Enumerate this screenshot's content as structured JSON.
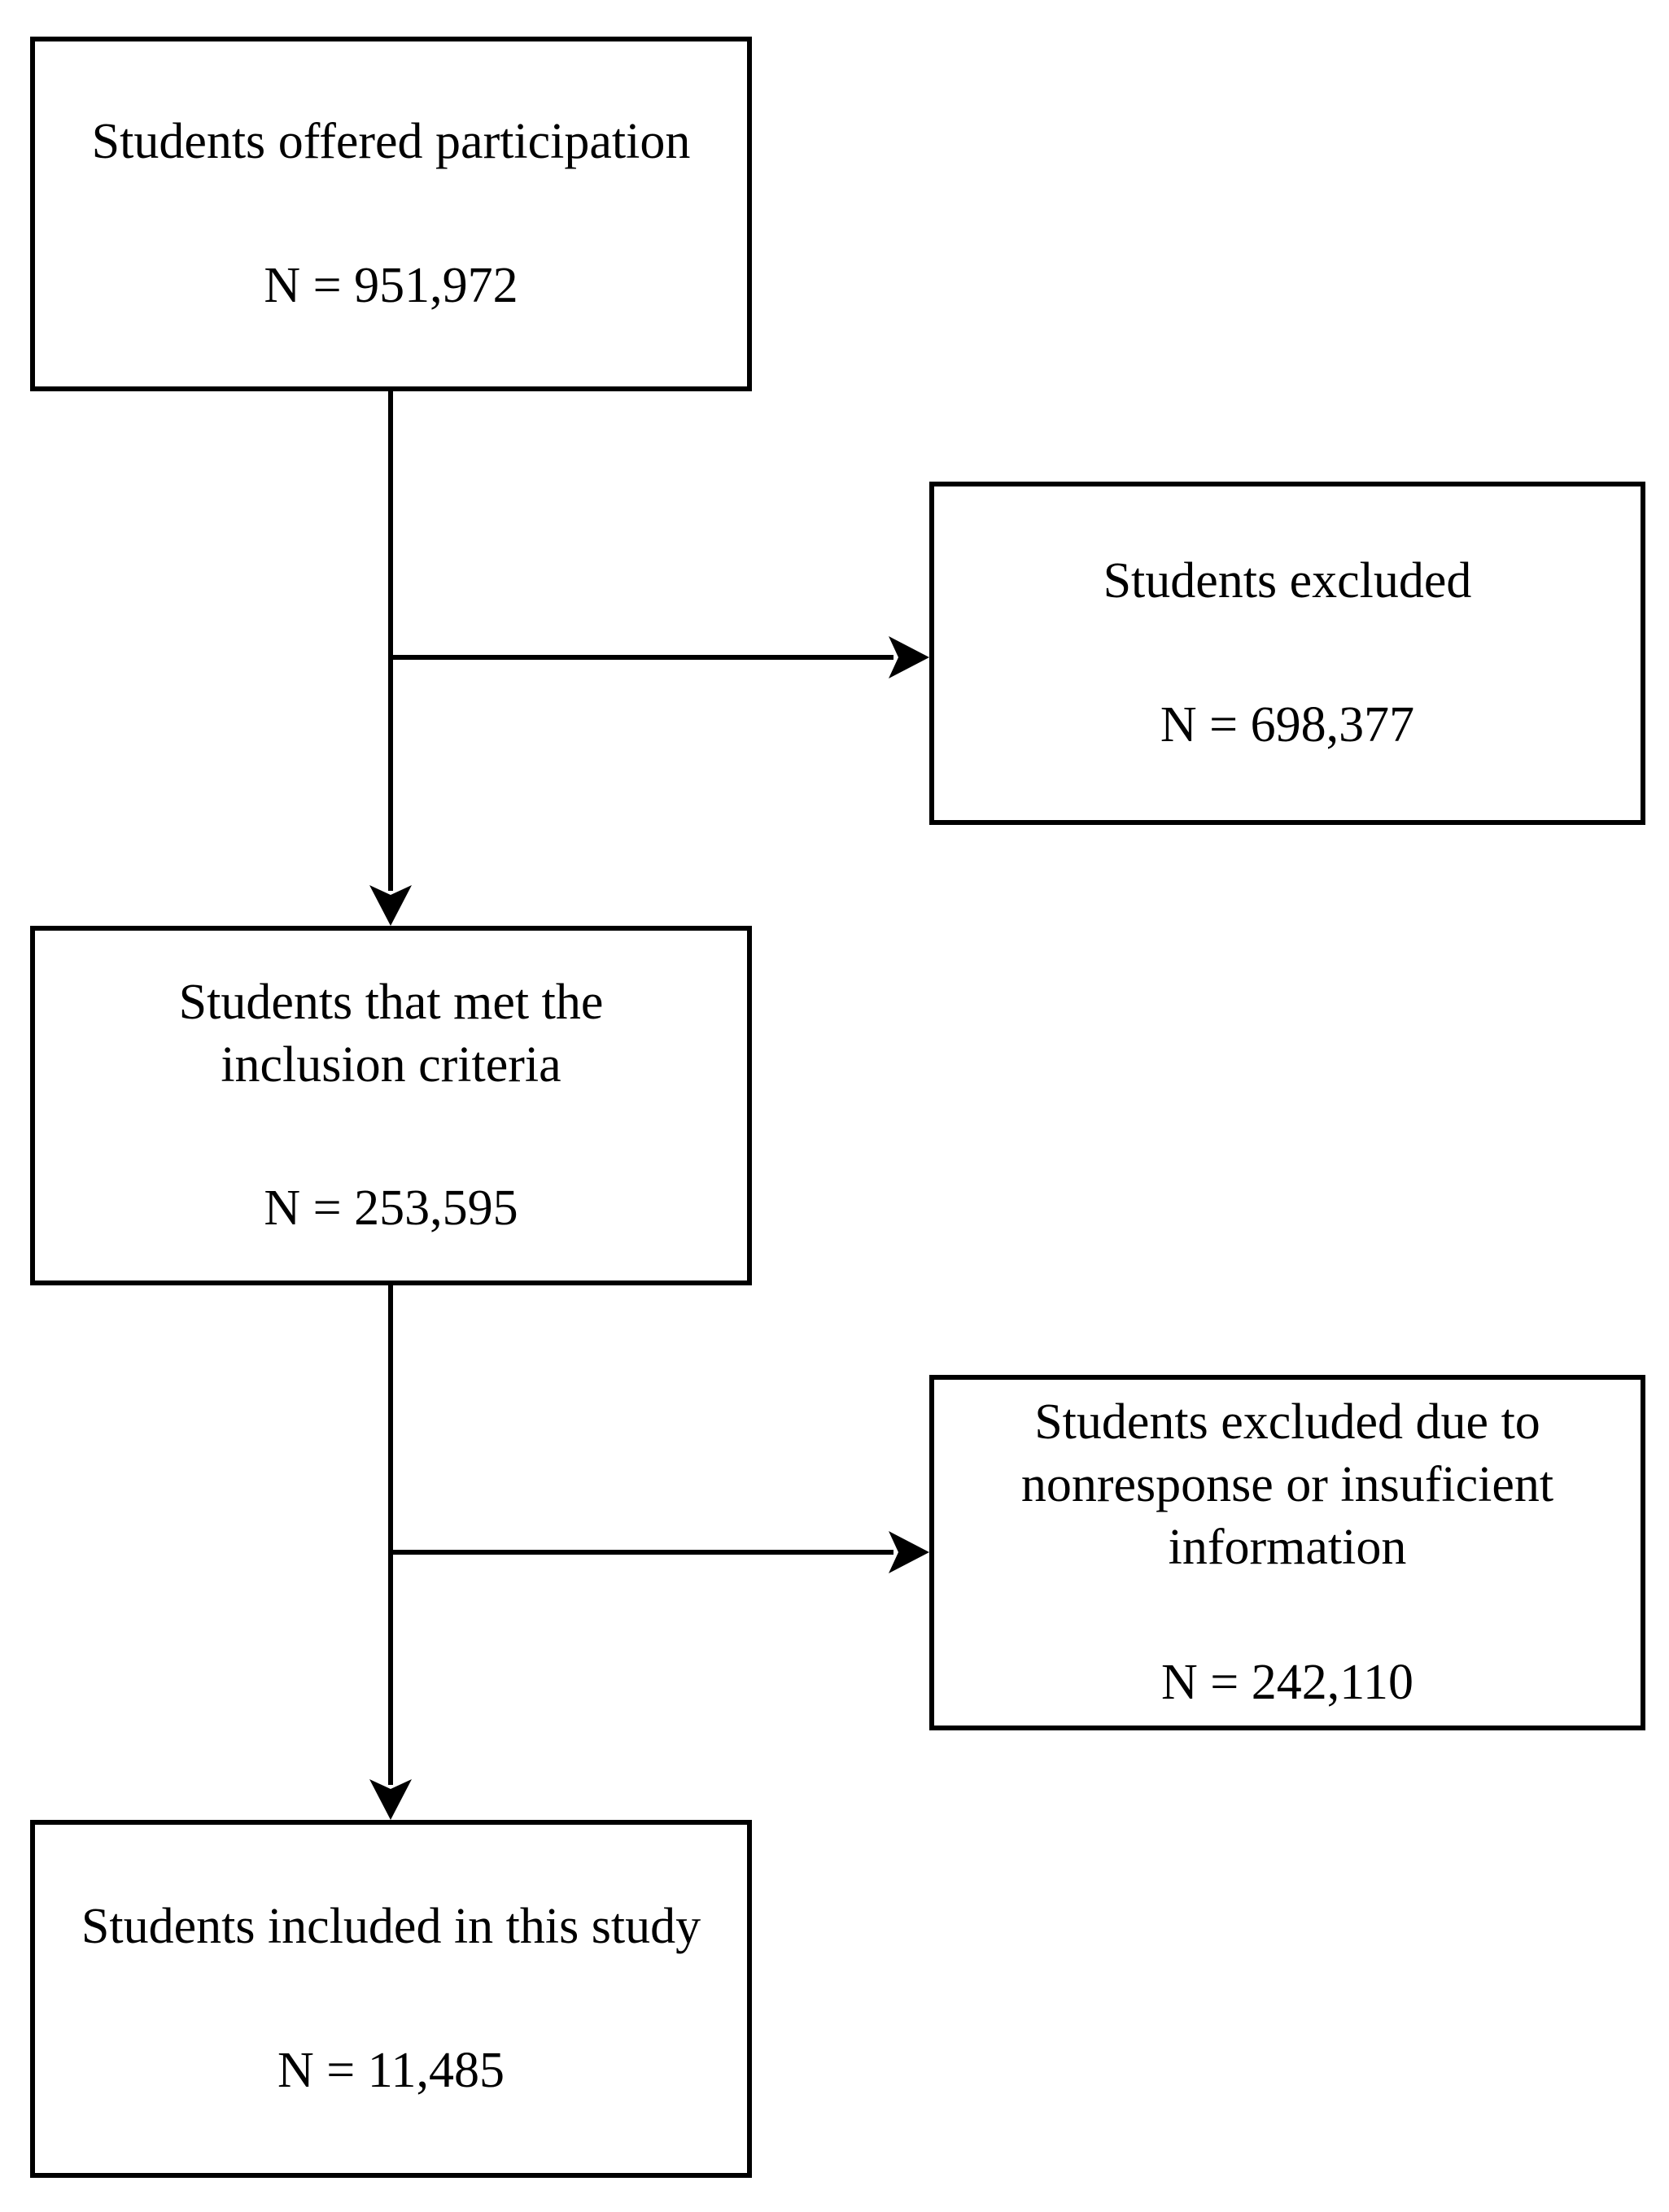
{
  "figure": {
    "type": "flowchart",
    "background_color": "#ffffff",
    "box_border_color": "#000000",
    "line_color": "#000000",
    "text_color": "#000000",
    "nodes": [
      {
        "id": "offered",
        "label": "Students offered participation",
        "n": "N = 951,972"
      },
      {
        "id": "excluded_initial",
        "label": "Students excluded",
        "n": "N = 698,377"
      },
      {
        "id": "met_inclusion",
        "label": "Students that met the inclusion criteria",
        "n": "N = 253,595"
      },
      {
        "id": "excluded_nonresponse",
        "label": "Students excluded due to nonresponse or insuficient information",
        "n": "N = 242,110"
      },
      {
        "id": "included",
        "label": "Students included in this study",
        "n": "N = 11,485"
      }
    ],
    "edges": [
      {
        "from": "offered",
        "to": "excluded_initial"
      },
      {
        "from": "offered",
        "to": "met_inclusion"
      },
      {
        "from": "met_inclusion",
        "to": "excluded_nonresponse"
      },
      {
        "from": "met_inclusion",
        "to": "included"
      }
    ]
  }
}
